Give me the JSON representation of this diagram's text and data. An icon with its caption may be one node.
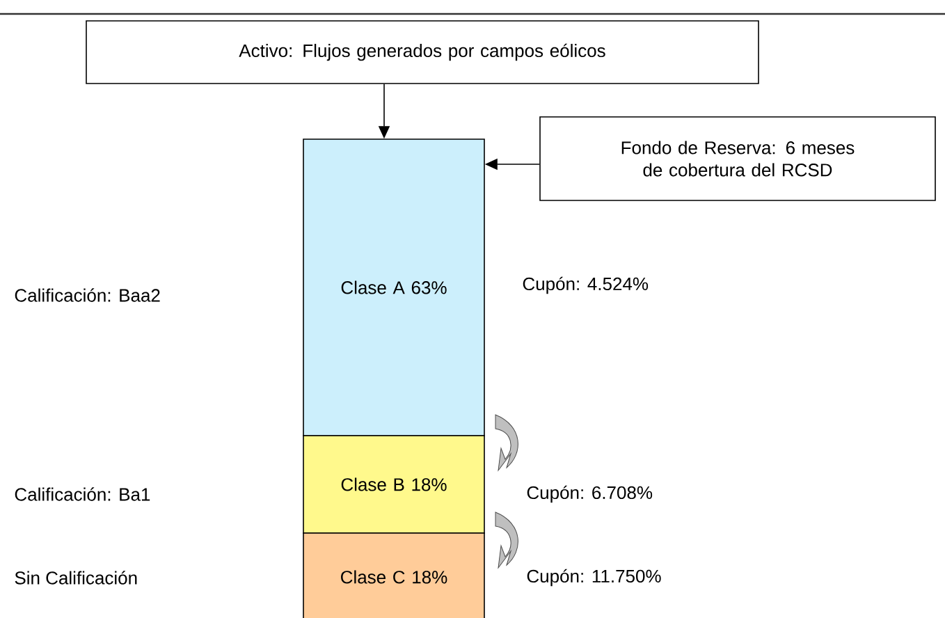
{
  "diagram": {
    "nodes": [
      {
        "text": [
          "Activo: Flujos generados por campos eólicos"
        ]
      },
      {
        "text": [
          "Fondo de Reserva: 6 meses de cobertura del RCSD"
        ]
      },
      {
        "text": [
          "Clase A 63%"
        ]
      },
      {
        "text": [
          "Clase B 18%"
        ]
      },
      {
        "text": [
          "Clase C 18%"
        ]
      }
    ],
    "edges": [
      {
        "from": 0,
        "to": 2,
        "arrow": "to"
      },
      {
        "from": 1,
        "to": 2,
        "arrow": "to"
      }
    ],
    "labels": [
      "Calificación: Baa2",
      "Cupón: 4.524%",
      "Calificación: Ba1",
      "Cupón: 6.708%",
      "Sin Calificación",
      "Cupón: 11.750%"
    ]
  }
}
